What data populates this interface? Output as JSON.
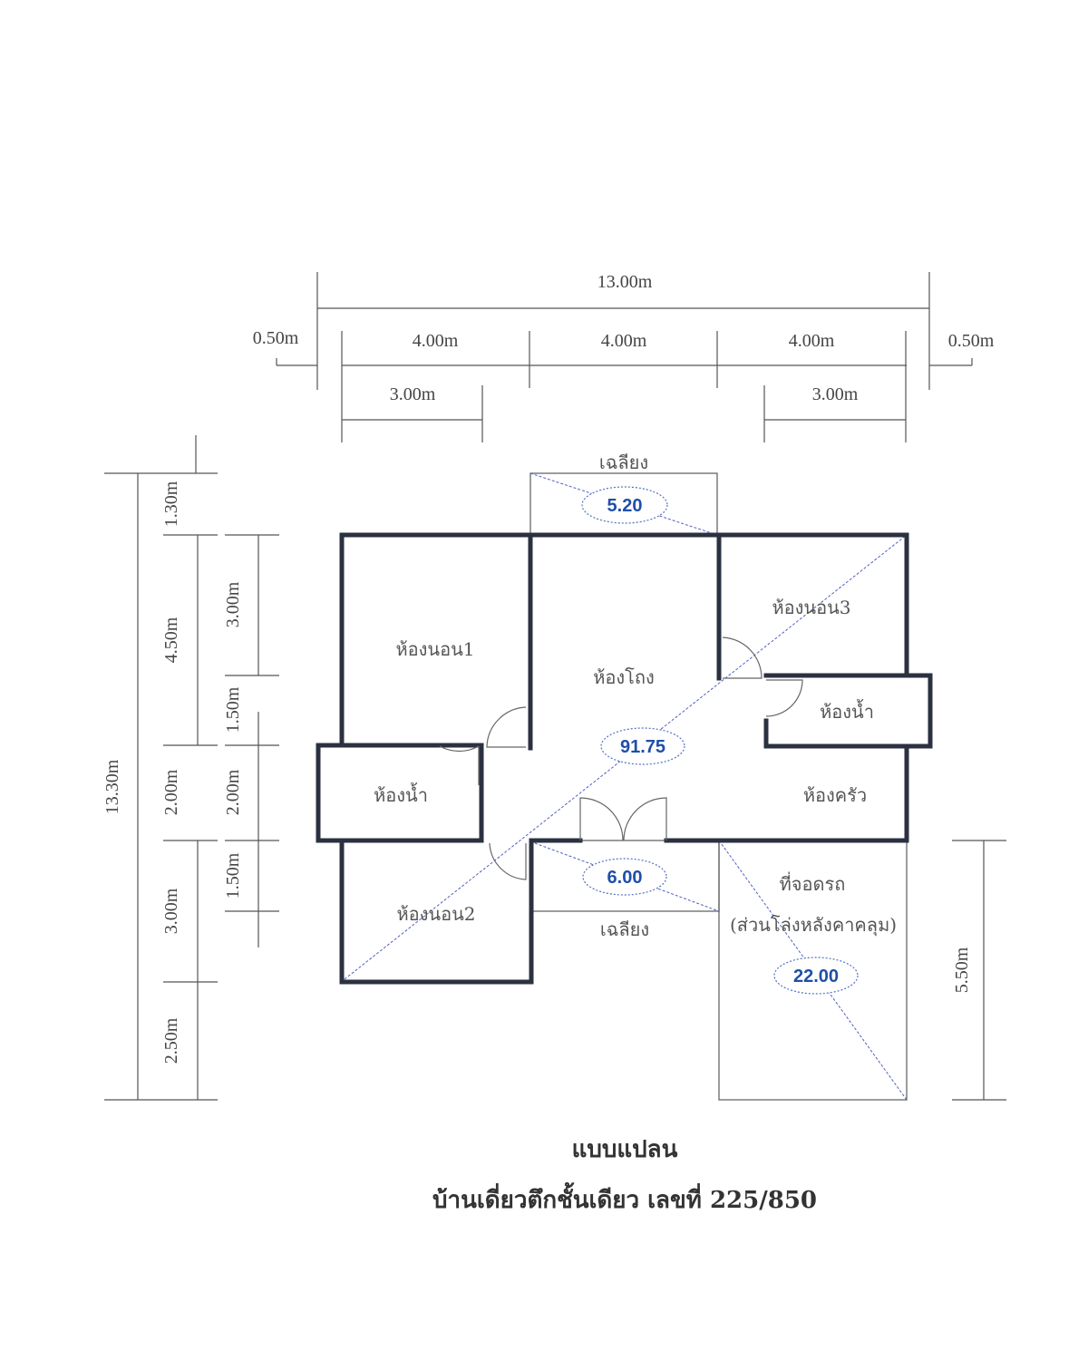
{
  "dimensions": {
    "top": {
      "total": "13.00m",
      "margin_left": "0.50m",
      "margin_right": "0.50m",
      "bay1": "4.00m",
      "bay2": "4.00m",
      "bay3": "4.00m",
      "left_sub": "3.00m",
      "right_sub": "3.00m"
    },
    "left": {
      "total": "13.30m",
      "seg1": "1.30m",
      "seg2": "4.50m",
      "seg3": "2.00m",
      "seg4": "3.00m",
      "seg5": "2.50m",
      "inner1": "3.00m",
      "inner2": "1.50m",
      "inner3": "2.00m",
      "inner4": "1.50m"
    },
    "right": {
      "parking": "5.50m"
    }
  },
  "rooms": {
    "veranda_top": "เฉลียง",
    "bedroom1": "ห้องนอน1",
    "living": "ห้องโถง",
    "bedroom3": "ห้องนอน3",
    "bath_right": "ห้องน้ำ",
    "bath_left": "ห้องน้ำ",
    "kitchen": "ห้องครัว",
    "bedroom2": "ห้องนอน2",
    "veranda_bottom": "เฉลียง",
    "parking": "ที่จอดรถ",
    "parking_note": "(ส่วนโล่งหลังคาคลุม)"
  },
  "areas": {
    "veranda_top": "5.20",
    "main": "91.75",
    "veranda_bottom": "6.00",
    "parking": "22.00"
  },
  "title": {
    "line1": "แบบแปลน",
    "line2": "บ้านเดี่ยวตึกชั้นเดียว เลขที่ 225/850"
  }
}
